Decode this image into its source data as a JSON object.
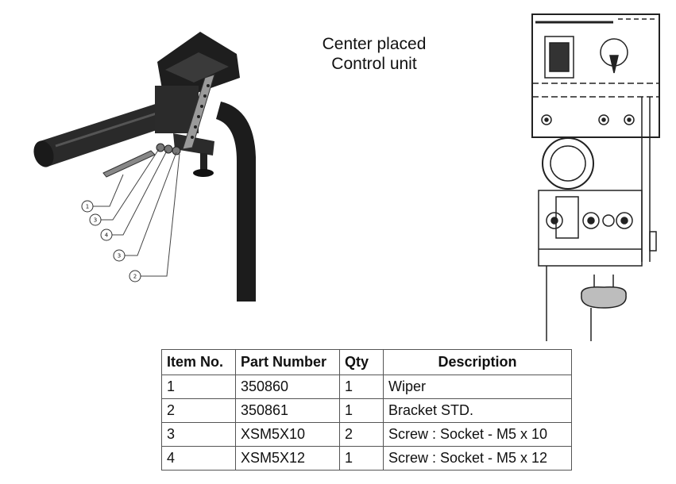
{
  "heading": {
    "line1": "Center placed",
    "line2": "Control unit"
  },
  "figure_left": {
    "callouts": [
      "1",
      "3",
      "4",
      "3",
      "2"
    ]
  },
  "parts_table": {
    "headers": [
      "Item No.",
      "Part Number",
      "Qty",
      "Description"
    ],
    "rows": [
      [
        "1",
        "350860",
        "1",
        "Wiper"
      ],
      [
        "2",
        "350861",
        "1",
        "Bracket STD."
      ],
      [
        "3",
        "XSM5X10",
        "2",
        "Screw : Socket - M5 x 10"
      ],
      [
        "4",
        "XSM5X12",
        "1",
        "Screw : Socket - M5 x 12"
      ]
    ]
  }
}
